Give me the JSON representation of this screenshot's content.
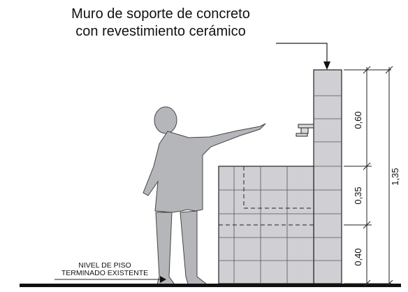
{
  "callout": {
    "line1": "Muro de soporte de concreto",
    "line2": "con revestimiento cerámico"
  },
  "floor_label": {
    "line1": "NIVEL DE PISO",
    "line2": "TERMINADO EXISTENTE"
  },
  "dimensions": {
    "upper": "0,60",
    "middle": "0,35",
    "lower": "0,40",
    "total": "1,35"
  },
  "colors": {
    "tile_fill": "#d0d0d4",
    "figure_fill": "#b4b6ba",
    "line": "#222222"
  }
}
